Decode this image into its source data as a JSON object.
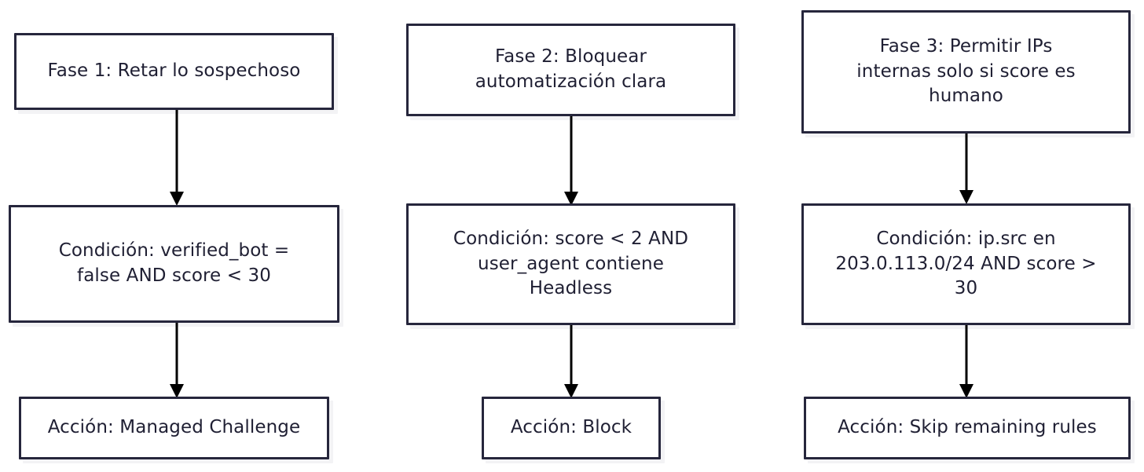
{
  "diagram": {
    "type": "flowchart",
    "title": "",
    "background_color": "#ffffff",
    "node_border_color": "#26263c",
    "node_fill_color": "#ffffff",
    "text_color": "#1f1f33",
    "edge_color": "#000000",
    "columns": [
      {
        "id": "col1",
        "nodes": [
          {
            "id": "phase1",
            "text": "Fase 1: Retar lo sospechoso",
            "role": "phase"
          },
          {
            "id": "cond1",
            "text": "Condición: verified_bot =\nfalse AND score < 30",
            "role": "condition"
          },
          {
            "id": "act1",
            "text": "Acción: Managed Challenge",
            "role": "action"
          }
        ],
        "edges": [
          {
            "from": "phase1",
            "to": "cond1",
            "label": ""
          },
          {
            "from": "cond1",
            "to": "act1",
            "label": ""
          }
        ]
      },
      {
        "id": "col2",
        "nodes": [
          {
            "id": "phase2",
            "text": "Fase 2: Bloquear\nautomatización clara",
            "role": "phase"
          },
          {
            "id": "cond2",
            "text": "Condición: score < 2 AND\nuser_agent contiene\nHeadless",
            "role": "condition"
          },
          {
            "id": "act2",
            "text": "Acción: Block",
            "role": "action"
          }
        ],
        "edges": [
          {
            "from": "phase2",
            "to": "cond2",
            "label": ""
          },
          {
            "from": "cond2",
            "to": "act2",
            "label": ""
          }
        ]
      },
      {
        "id": "col3",
        "nodes": [
          {
            "id": "phase3",
            "text": "Fase 3: Permitir IPs\ninternas solo si score es\nhumano",
            "role": "phase"
          },
          {
            "id": "cond3",
            "text": "Condición: ip.src en\n203.0.113.0/24 AND score >\n30",
            "role": "condition"
          },
          {
            "id": "act3",
            "text": "Acción: Skip remaining rules",
            "role": "action"
          }
        ],
        "edges": [
          {
            "from": "phase3",
            "to": "cond3",
            "label": ""
          },
          {
            "from": "cond3",
            "to": "act3",
            "label": ""
          }
        ]
      }
    ]
  }
}
